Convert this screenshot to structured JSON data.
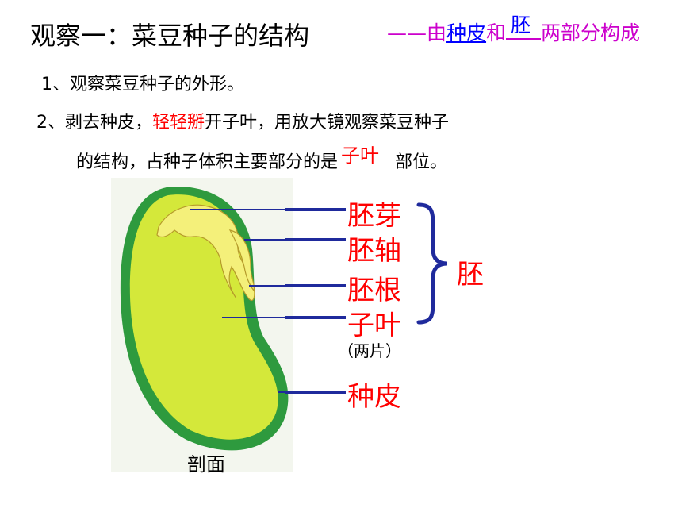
{
  "title": "观察一：菜豆种子的结构",
  "subtitle": {
    "dash": "——",
    "part1": "由",
    "blank1": "种皮",
    "part2": "和",
    "blank2": "胚",
    "part3": "两部分构成"
  },
  "step1": "1、观察菜豆种子的外形。",
  "step2": {
    "prefix": "2、剥去种皮，",
    "highlight": "轻轻掰",
    "suffix": "开子叶，用放大镜观察菜豆种子"
  },
  "step3": {
    "prefix": "的结构，占种子体积主要部分的是",
    "answer": "子叶",
    "suffix": "部位。"
  },
  "labels": {
    "peiya": "胚芽",
    "peizhou": "胚轴",
    "peigen": "胚根",
    "ziye": "子叶",
    "liangpian": "（两片）",
    "zhongpi": "种皮",
    "pei": "胚"
  },
  "caption": "剖面",
  "colors": {
    "seed_coat": "#2e9a3e",
    "cotyledon": "#d4e83a",
    "embryo": "#f4f07a",
    "pointer_line": "#1f2a9c",
    "label_red": "#ff0000",
    "subtitle_magenta": "#cc00cc",
    "blank_blue": "#0000ff"
  }
}
